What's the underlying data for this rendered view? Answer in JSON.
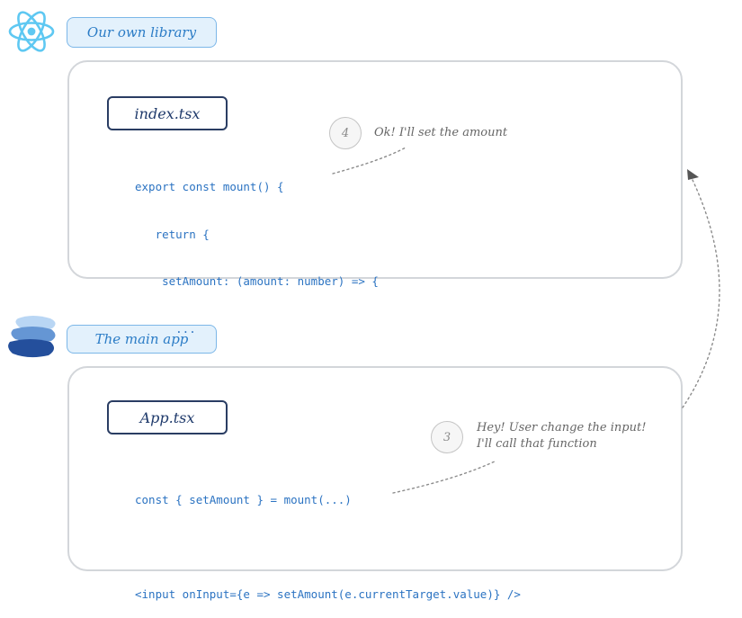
{
  "top_section": {
    "title": "Our own library",
    "file_name": "index.tsx",
    "code_lines": [
      "export const mount() {",
      "   return {",
      "    setAmount: (amount: number) => {",
      "      ...",
      "    },",
      "  };",
      "}"
    ],
    "step_number": "4",
    "note": "Ok! I'll set the amount"
  },
  "bottom_section": {
    "title": "The main app",
    "file_name": "App.tsx",
    "code_lines": [
      "const { setAmount } = mount(...)",
      "",
      "<input onInput={e => setAmount(e.currentTarget.value)} />"
    ],
    "step_number": "3",
    "note_lines": [
      "Hey! User change the input!",
      "I'll call that function"
    ]
  },
  "icons": {
    "top": "react-logo-icon",
    "bottom": "layered-wave-logo-icon"
  },
  "colors": {
    "accent": "#2b7cc6",
    "pill_fill": "#e3f1fc",
    "code": "#2b73c2",
    "file_tag_border": "#2a3d63",
    "panel_border": "#d3d6da",
    "note_text": "#666666"
  }
}
